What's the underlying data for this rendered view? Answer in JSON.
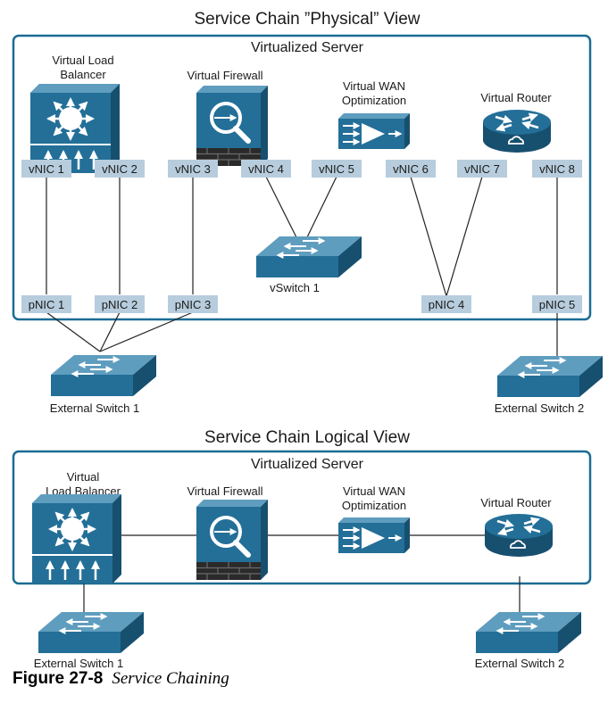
{
  "colors": {
    "frame": "#1b6c94",
    "nic_fill": "#b7cddd",
    "device_blue": "#236f98",
    "device_dark": "#174f6f",
    "device_light": "#5f9dbf",
    "wire": "#222222",
    "brick": "#2a2a2a"
  },
  "physical": {
    "title": "Service Chain ”Physical” View",
    "server_label": "Virtualized Server",
    "devices": {
      "load_balancer": [
        "Virtual Load",
        "Balancer"
      ],
      "firewall": [
        "Virtual Firewall"
      ],
      "wan_opt": [
        "Virtual WAN",
        "Optimization"
      ],
      "router": [
        "Virtual Router"
      ]
    },
    "vnics": [
      "vNIC 1",
      "vNIC 2",
      "vNIC 3",
      "vNIC 4",
      "vNIC 5",
      "vNIC 6",
      "vNIC 7",
      "vNIC 8"
    ],
    "vswitch_label": "vSwitch 1",
    "pnics": [
      "pNIC 1",
      "pNIC 2",
      "pNIC 3",
      "pNIC 4",
      "pNIC 5"
    ],
    "external_switches": [
      "External Switch 1",
      "External Switch 2"
    ]
  },
  "logical": {
    "title": "Service Chain Logical View",
    "server_label": "Virtualized Server",
    "devices": {
      "load_balancer": [
        "Virtual",
        "Load Balancer"
      ],
      "firewall": [
        "Virtual Firewall"
      ],
      "wan_opt": [
        "Virtual WAN",
        "Optimization"
      ],
      "router": [
        "Virtual Router"
      ]
    },
    "external_switches": [
      "External Switch 1",
      "External Switch 2"
    ]
  },
  "caption": {
    "label": "Figure 27-8",
    "text": "Service Chaining"
  }
}
